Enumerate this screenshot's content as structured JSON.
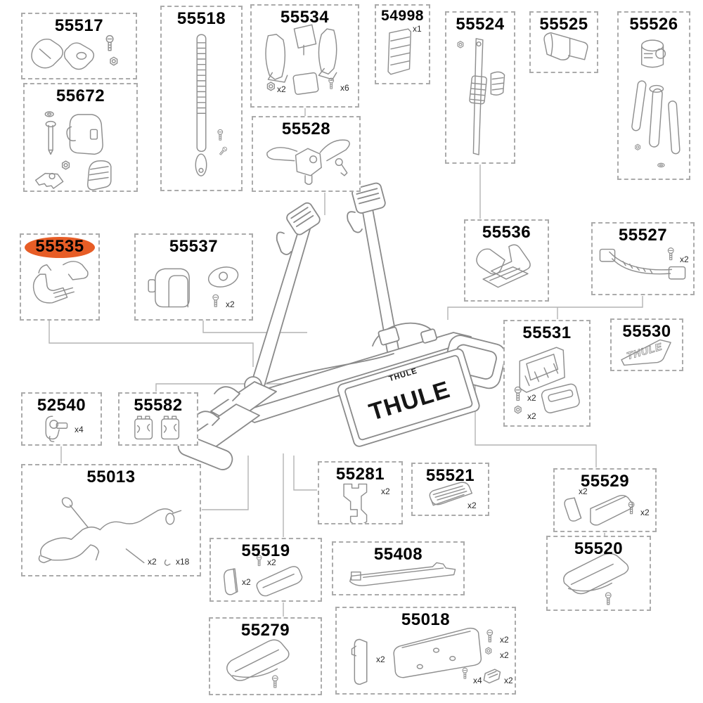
{
  "highlight": {
    "color": "#e75d26",
    "part": "55535"
  },
  "rack": {
    "brand_large": "THULE",
    "brand_small": "THULE"
  },
  "boxes": [
    {
      "label": "55517"
    },
    {
      "label": "55672"
    },
    {
      "label": "55518"
    },
    {
      "label": "55534",
      "qty": [
        "x2",
        "x6"
      ]
    },
    {
      "label": "55528"
    },
    {
      "label": "54998",
      "qty": [
        "x1"
      ]
    },
    {
      "label": "55524"
    },
    {
      "label": "55525"
    },
    {
      "label": "55526"
    },
    {
      "label": "55535",
      "highlighted": true
    },
    {
      "label": "55537",
      "qty": [
        "x2"
      ]
    },
    {
      "label": "55536"
    },
    {
      "label": "55527",
      "qty": [
        "x2"
      ]
    },
    {
      "label": "55531",
      "qty": [
        "x2",
        "x2"
      ]
    },
    {
      "label": "55530",
      "badge": "THULE"
    },
    {
      "label": "52540",
      "qty": [
        "x4"
      ]
    },
    {
      "label": "55582"
    },
    {
      "label": "55013",
      "qty": [
        "x2",
        "x18"
      ]
    },
    {
      "label": "55281",
      "qty": [
        "x2"
      ]
    },
    {
      "label": "55521",
      "qty": [
        "x2"
      ]
    },
    {
      "label": "55529",
      "qty": [
        "x2",
        "x2"
      ]
    },
    {
      "label": "55520"
    },
    {
      "label": "55519",
      "qty": [
        "x2",
        "x2"
      ]
    },
    {
      "label": "55408"
    },
    {
      "label": "55279"
    },
    {
      "label": "55018",
      "qty": [
        "x2",
        "x2",
        "x2",
        "x4",
        "x2"
      ]
    }
  ]
}
